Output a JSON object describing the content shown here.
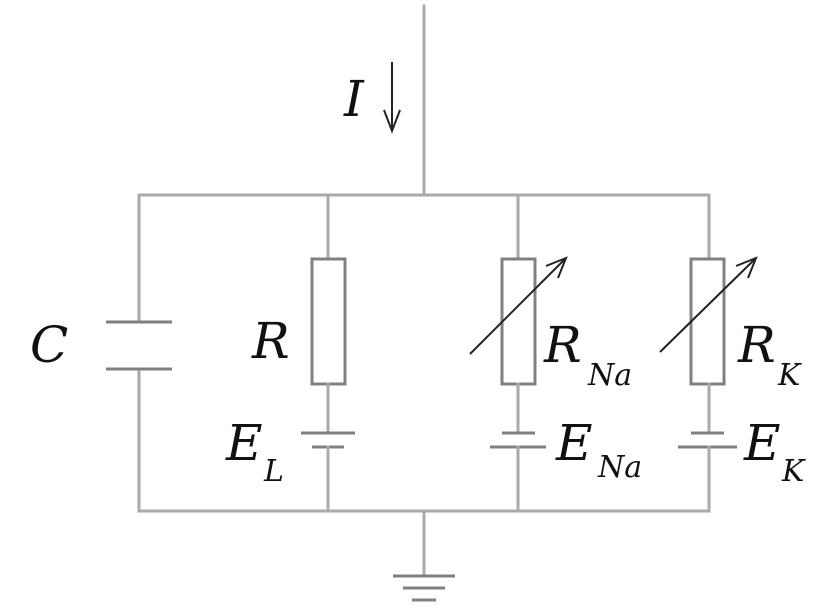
{
  "labels": {
    "current": "I",
    "capacitor": "C",
    "resistor": "R",
    "resistor_na_main": "R",
    "resistor_na_sub": "Na",
    "resistor_k_main": "R",
    "resistor_k_sub": "K",
    "battery_l_main": "E",
    "battery_l_sub": "L",
    "battery_na_main": "E",
    "battery_na_sub": "Na",
    "battery_k_main": "E",
    "battery_k_sub": "K"
  },
  "colors": {
    "wire": "#aaaaaa",
    "component": "#808080",
    "text": "#111111"
  }
}
